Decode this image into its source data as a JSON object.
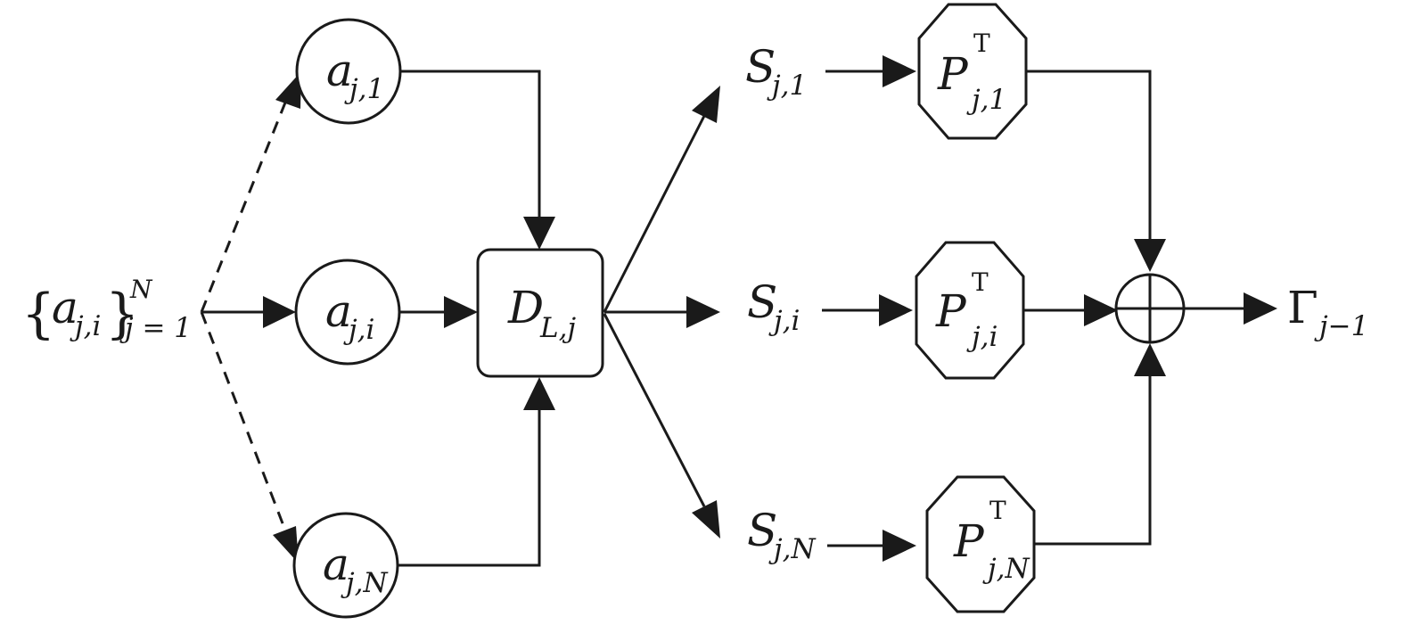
{
  "input": {
    "symbol": "a",
    "subscript": "j,i",
    "brace_open": "{",
    "brace_close": "}",
    "upper": "N",
    "lower": "j = 1"
  },
  "a_nodes": [
    {
      "base": "a",
      "sub": "j,1"
    },
    {
      "base": "a",
      "sub": "j,i"
    },
    {
      "base": "a",
      "sub": "j,N"
    }
  ],
  "d_block": {
    "base": "D",
    "sub": "L,j"
  },
  "s_nodes": [
    {
      "base": "S",
      "sub": "j,1"
    },
    {
      "base": "S",
      "sub": "j,i"
    },
    {
      "base": "S",
      "sub": "j,N"
    }
  ],
  "p_nodes": [
    {
      "base": "P",
      "sup": "T",
      "sub": "j,1"
    },
    {
      "base": "P",
      "sup": "T",
      "sub": "j,i"
    },
    {
      "base": "P",
      "sup": "T",
      "sub": "j,N"
    }
  ],
  "output": {
    "base": "Γ",
    "sub": "j−1"
  }
}
